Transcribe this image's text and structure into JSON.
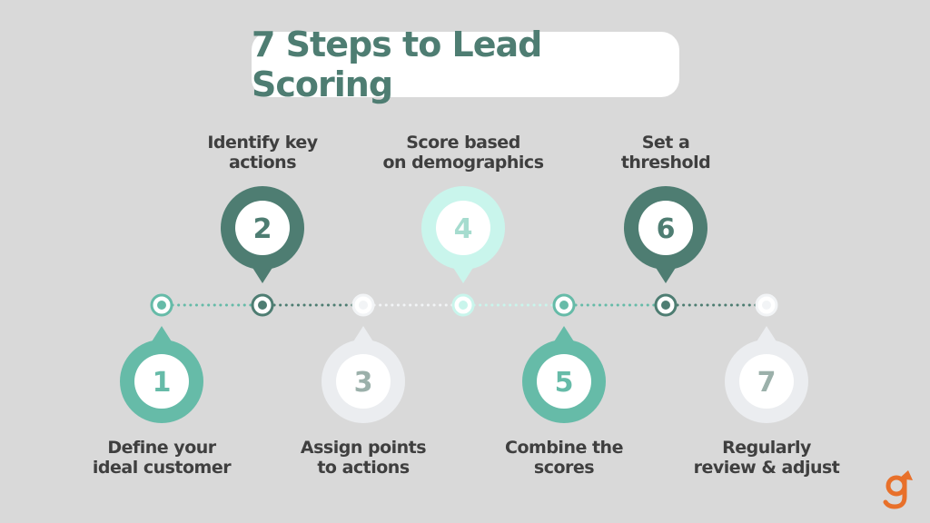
{
  "title": "7 Steps to Lead Scoring",
  "colors": {
    "background": "#d9d9d9",
    "dark_green": "#4e7d72",
    "mid_green": "#66bba8",
    "light_mint": "#c9f5ec",
    "pale_grey": "#ebedf0",
    "logo_orange": "#e8702a"
  },
  "steps": [
    {
      "number": "1",
      "label_line1": "Define your",
      "label_line2": "ideal customer",
      "position": "below",
      "color": "mid_green"
    },
    {
      "number": "2",
      "label_line1": "Identify key",
      "label_line2": "actions",
      "position": "above",
      "color": "dark_green"
    },
    {
      "number": "3",
      "label_line1": "Assign points",
      "label_line2": "to actions",
      "position": "below",
      "color": "pale_grey"
    },
    {
      "number": "4",
      "label_line1": "Score based",
      "label_line2": "on demographics",
      "position": "above",
      "color": "light_mint"
    },
    {
      "number": "5",
      "label_line1": "Combine the",
      "label_line2": "scores",
      "position": "below",
      "color": "mid_green"
    },
    {
      "number": "6",
      "label_line1": "Set a",
      "label_line2": "threshold",
      "position": "above",
      "color": "dark_green"
    },
    {
      "number": "7",
      "label_line1": "Regularly",
      "label_line2": "review & adjust",
      "position": "below",
      "color": "pale_grey"
    }
  ],
  "logo": {
    "icon": "g-arrow-logo-icon"
  }
}
